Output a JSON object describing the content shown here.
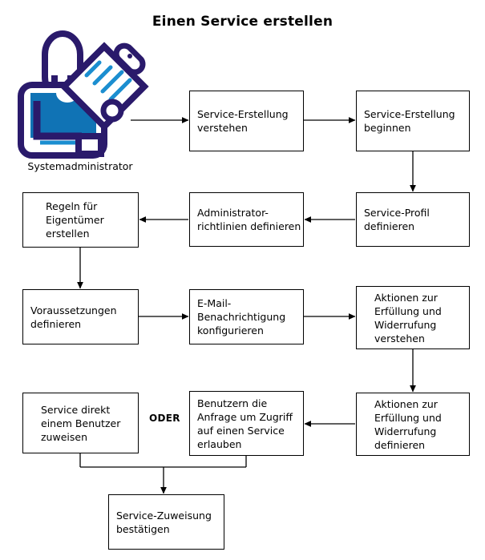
{
  "title": "Einen Service erstellen",
  "actor": {
    "label": "Systemadministrator",
    "icon": "system-administrator-person-with-clipboard-icon",
    "colors": {
      "outline": "#2a1a6b",
      "fill": "#1073b5",
      "accent": "#1b8ed0"
    }
  },
  "connector_label": "ODER",
  "theme": {
    "box_border": "#000000",
    "box_fill": "#ffffff",
    "line": "#000000",
    "text": "#000000"
  },
  "nodes": [
    {
      "id": "verstehen",
      "label": "Service-Erstellung\nverstehen"
    },
    {
      "id": "beginnen",
      "label": "Service-Erstellung\nbeginnen"
    },
    {
      "id": "service-profil",
      "label": "Service-Profil\ndefinieren"
    },
    {
      "id": "admin-richtlinien",
      "label": "Administrator-\nrichtlinien definieren"
    },
    {
      "id": "regeln-eigentuemer",
      "label": "Regeln für\nEigentümer\nerstellen"
    },
    {
      "id": "voraussetzungen",
      "label": "Voraussetzungen\ndefinieren"
    },
    {
      "id": "email-benachrichtigung",
      "label": "E-Mail-\nBenachrichtigung\nkonfigurieren"
    },
    {
      "id": "aktionen-verstehen",
      "label": "Aktionen zur\nErfüllung und\nWiderrufung\nverstehen"
    },
    {
      "id": "aktionen-definieren",
      "label": "Aktionen zur\nErfüllung und\nWiderrufung\ndefinieren"
    },
    {
      "id": "zugriff-erlauben",
      "label": "Benutzern die\nAnfrage um Zugriff\nauf einen Service\nerlauben"
    },
    {
      "id": "service-direkt",
      "label": "Service direkt\neinem Benutzer\nzuweisen"
    },
    {
      "id": "zuweisung-bestaetigen",
      "label": "Service-Zuweisung\nbestätigen"
    }
  ],
  "flow": [
    {
      "from": "actor",
      "to": "verstehen"
    },
    {
      "from": "verstehen",
      "to": "beginnen"
    },
    {
      "from": "beginnen",
      "to": "service-profil"
    },
    {
      "from": "service-profil",
      "to": "admin-richtlinien"
    },
    {
      "from": "admin-richtlinien",
      "to": "regeln-eigentuemer"
    },
    {
      "from": "regeln-eigentuemer",
      "to": "voraussetzungen"
    },
    {
      "from": "voraussetzungen",
      "to": "email-benachrichtigung"
    },
    {
      "from": "email-benachrichtigung",
      "to": "aktionen-verstehen"
    },
    {
      "from": "aktionen-verstehen",
      "to": "aktionen-definieren"
    },
    {
      "from": "aktionen-definieren",
      "to": "zugriff-erlauben"
    },
    {
      "from": "zugriff-erlauben",
      "to": "zuweisung-bestaetigen"
    },
    {
      "from": "service-direkt",
      "to": "zuweisung-bestaetigen"
    }
  ]
}
